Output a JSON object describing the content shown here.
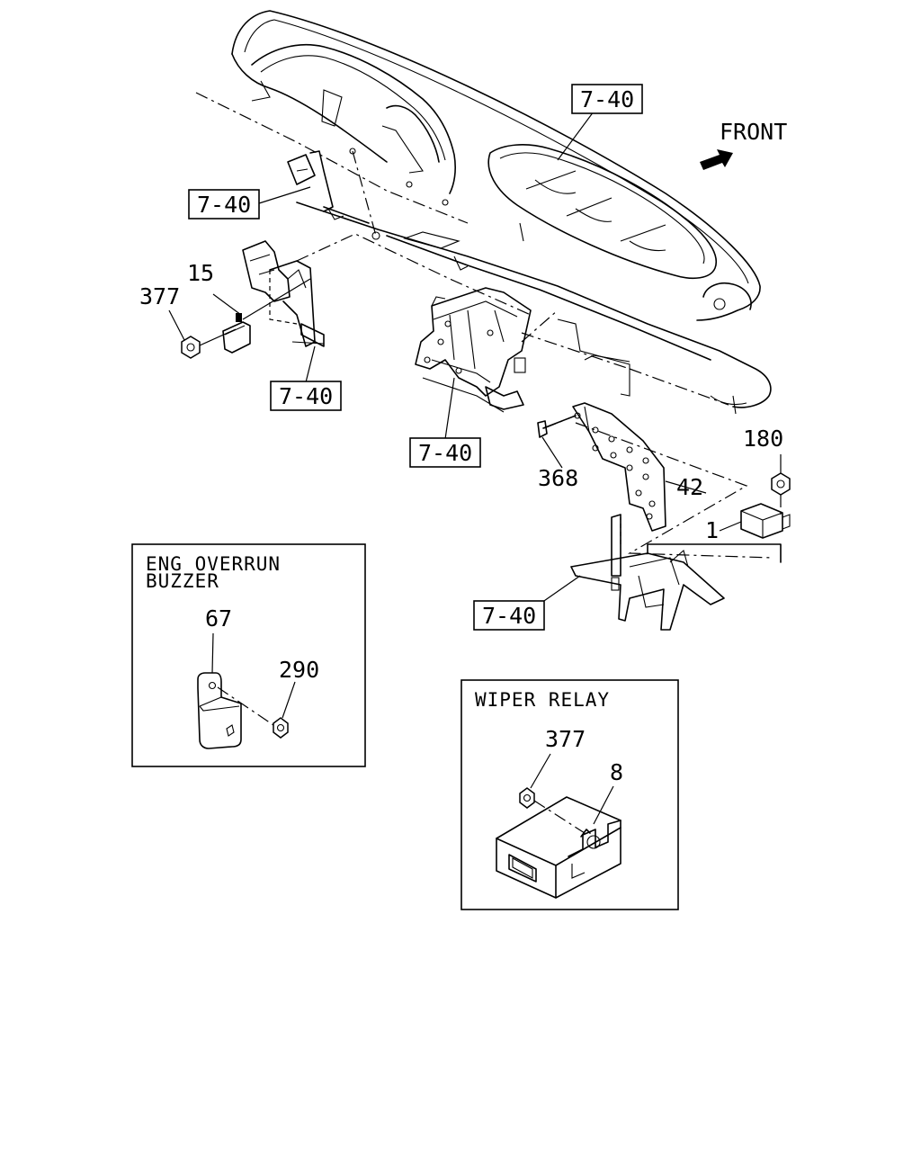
{
  "direction": {
    "label": "FRONT",
    "arrow_icon": "front-arrow-icon"
  },
  "references": {
    "dash_panel": "7-40",
    "left_duct": "7-40",
    "left_bracket": "7-40",
    "center_bracket": "7-40",
    "lower_bracket": "7-40"
  },
  "callouts": {
    "c15": "15",
    "c377": "377",
    "c368": "368",
    "c42": "42",
    "c180": "180",
    "c1": "1"
  },
  "insets": {
    "eng_overrun": {
      "title_line1": "ENG OVERRUN",
      "title_line2": "BUZZER",
      "part_67": "67",
      "part_290": "290"
    },
    "wiper_relay": {
      "title": "WIPER RELAY",
      "part_377": "377",
      "part_8": "8"
    }
  }
}
